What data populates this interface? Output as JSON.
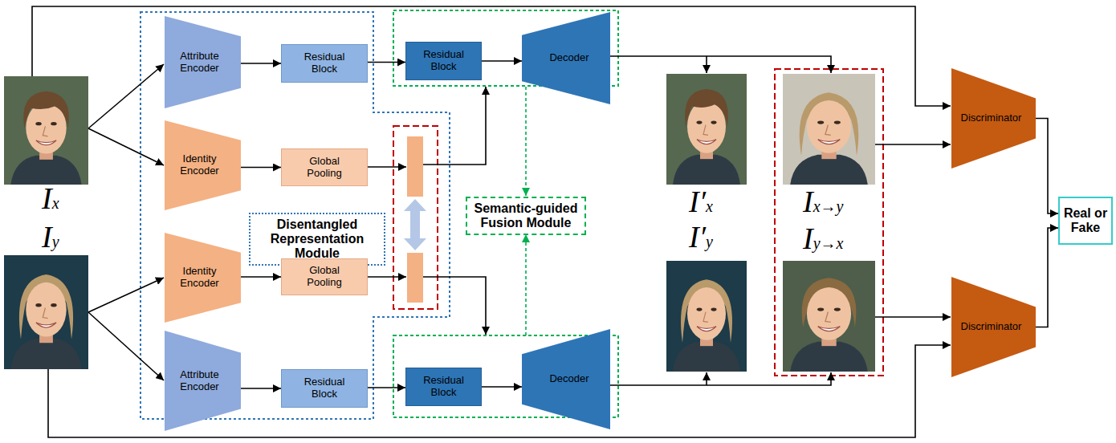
{
  "diagram": {
    "nodes": [
      {
        "text": [
          "Attribute Encoder"
        ]
      },
      {
        "text": [
          "Residual Block"
        ]
      },
      {
        "text": [
          "Residual Block"
        ]
      },
      {
        "text": [
          "Decoder"
        ]
      },
      {
        "text": [
          "Identity Encoder"
        ]
      },
      {
        "text": [
          "Global Pooling"
        ]
      },
      {
        "text": [
          "Disentangled Representation Module"
        ]
      },
      {
        "text": [
          "Semantic-guided Fusion Module"
        ]
      },
      {
        "text": [
          "Identity Encoder"
        ]
      },
      {
        "text": [
          "Global Pooling"
        ]
      },
      {
        "text": [
          "Attribute Encoder"
        ]
      },
      {
        "text": [
          "Residual Block"
        ]
      },
      {
        "text": [
          "Residual Block"
        ]
      },
      {
        "text": [
          "Decoder"
        ]
      },
      {
        "text": [
          "Discriminator"
        ]
      },
      {
        "text": [
          "Discriminator"
        ]
      },
      {
        "text": [
          "Real or Fake"
        ]
      }
    ],
    "edges": [
      {
        "from": 0,
        "to": 1,
        "arrow": "to"
      },
      {
        "from": 1,
        "to": 2,
        "arrow": "to"
      },
      {
        "from": 2,
        "to": 3,
        "arrow": "to"
      },
      {
        "from": 4,
        "to": 5,
        "arrow": "to"
      },
      {
        "from": 8,
        "to": 9,
        "arrow": "to"
      },
      {
        "from": 10,
        "to": 11,
        "arrow": "to"
      },
      {
        "from": 11,
        "to": 12,
        "arrow": "to"
      },
      {
        "from": 12,
        "to": 13,
        "arrow": "to"
      },
      {
        "from": 14,
        "to": 16,
        "arrow": "to"
      },
      {
        "from": 15,
        "to": 16,
        "arrow": "to"
      }
    ],
    "labels": [
      "Ix",
      "Iy",
      "I′x",
      "I′y",
      "Ix→y",
      "Iy→x"
    ]
  }
}
